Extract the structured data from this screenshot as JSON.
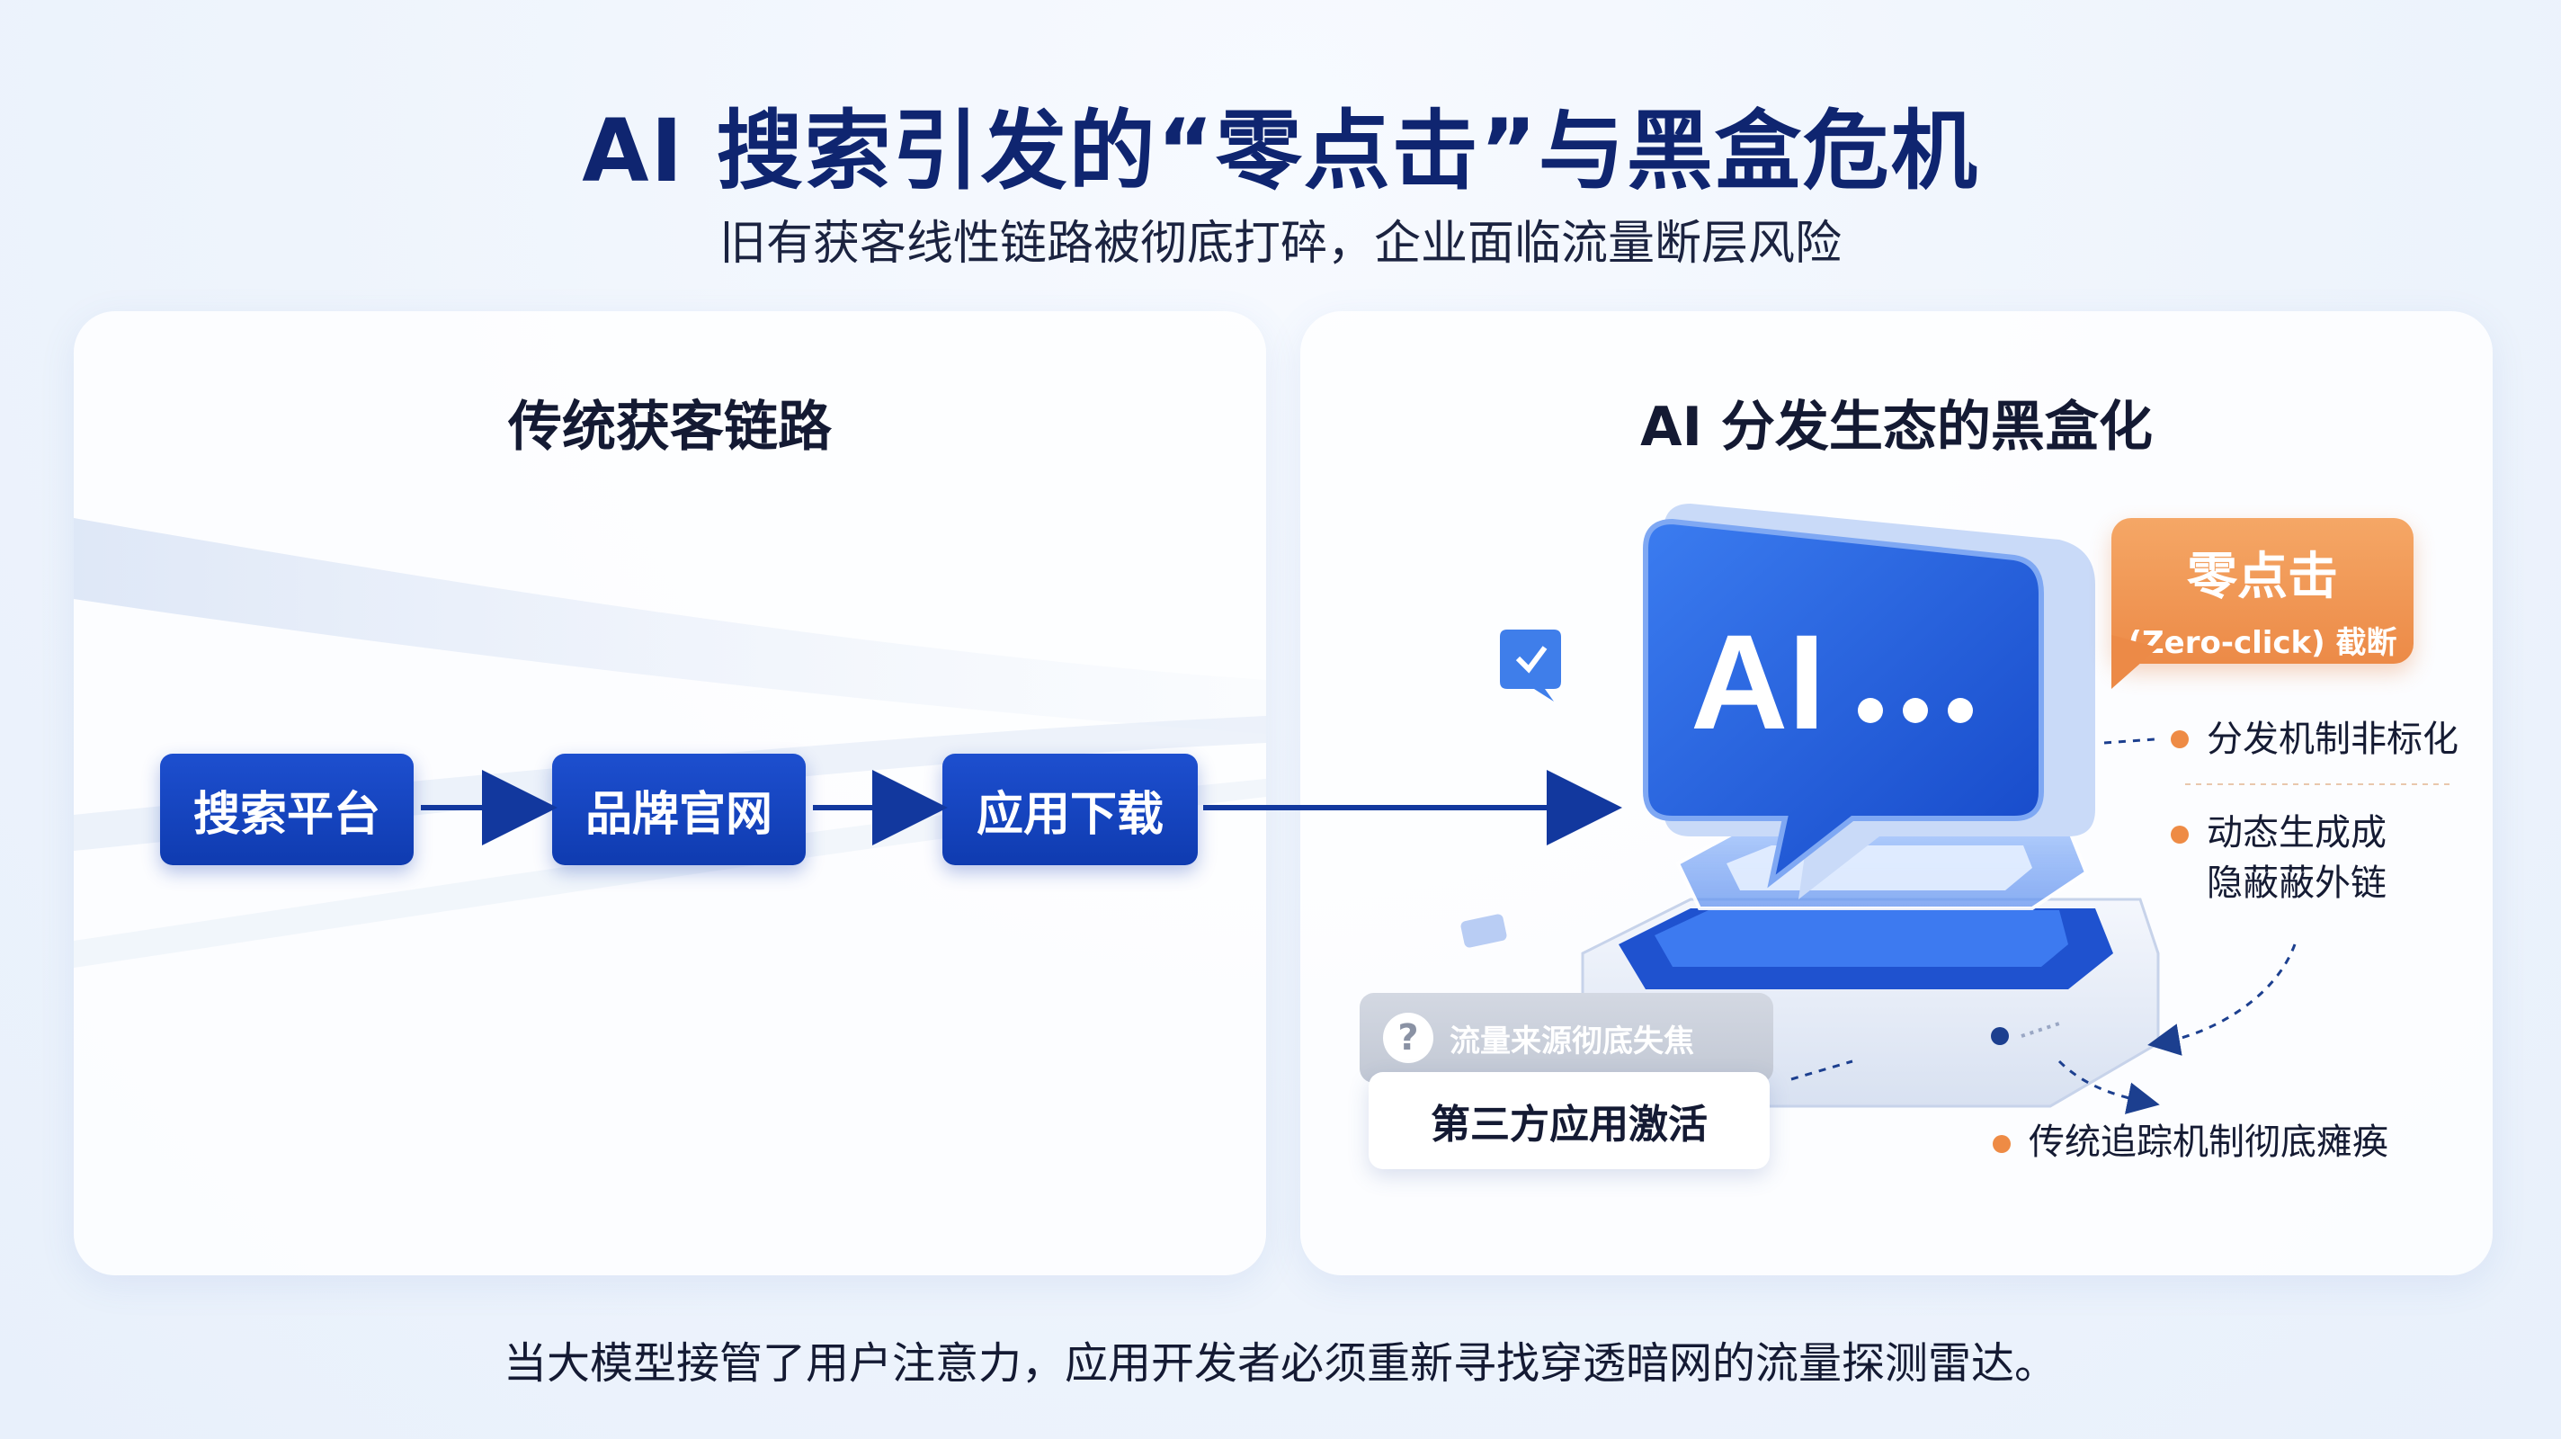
{
  "header": {
    "title": "AI 搜索引发的“零点击”与黑盒危机",
    "subtitle": "旧有获客线性链路被彻底打碎，企业面临流量断层风险"
  },
  "left_panel": {
    "title": "传统获客链路",
    "flow": [
      "搜索平台",
      "品牌官网",
      "应用下载"
    ]
  },
  "right_panel": {
    "title": "AI 分发生态的黑盒化",
    "ai_bubble_text": "AI",
    "zero_click": {
      "title": "零点击",
      "subtitle": "(Zero-click) 截断"
    },
    "bullets": [
      "分发机制非标化",
      "动态生成成\n隐蔽蔽外链",
      "传统追踪机制彻底瘫痪"
    ],
    "question_card": "流量来源彻底失焦",
    "answer_card": "第三方应用激活"
  },
  "footer": {
    "text": "当大模型接管了用户注意力，应用开发者必须重新寻找穿透暗网的流量探测雷达。"
  },
  "colors": {
    "primary_blue": "#1d4fcf",
    "accent_orange": "#ee8b45",
    "title_navy": "#0f2570"
  }
}
